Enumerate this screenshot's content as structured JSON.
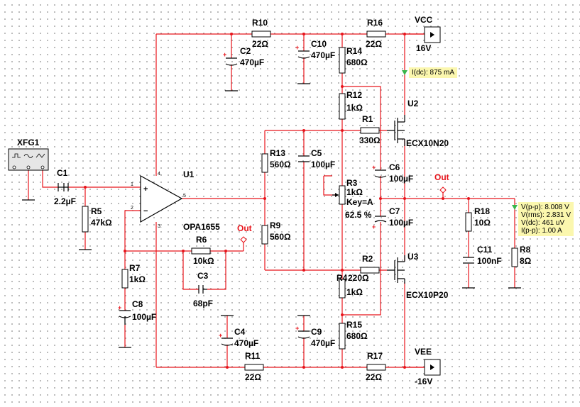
{
  "instrument": {
    "name": "XFG1"
  },
  "components": {
    "C1": {
      "ref": "C1",
      "value": "2.2µF"
    },
    "R5": {
      "ref": "R5",
      "value": "47kΩ"
    },
    "U1": {
      "ref": "U1",
      "model": "OPA1655",
      "pin_in_plus": "1",
      "pin_in_minus": "2",
      "pin_vplus": "4.",
      "pin_vminus": "3.",
      "pin_out": "5"
    },
    "R6": {
      "ref": "R6",
      "value": "10kΩ"
    },
    "C3": {
      "ref": "C3",
      "value": "68pF"
    },
    "R7": {
      "ref": "R7",
      "value": "1kΩ"
    },
    "C8": {
      "ref": "C8",
      "value": "100µF"
    },
    "R10": {
      "ref": "R10",
      "value": "22Ω"
    },
    "C2": {
      "ref": "C2",
      "value": "470µF"
    },
    "C10": {
      "ref": "C10",
      "value": "470µF"
    },
    "R16": {
      "ref": "R16",
      "value": "22Ω"
    },
    "R14": {
      "ref": "R14",
      "value": "680Ω"
    },
    "R12": {
      "ref": "R12",
      "value": "1kΩ"
    },
    "R1": {
      "ref": "R1",
      "value": "330Ω"
    },
    "R13": {
      "ref": "R13",
      "value": "560Ω"
    },
    "C5": {
      "ref": "C5",
      "value": "100µF"
    },
    "R9": {
      "ref": "R9",
      "value": "560Ω"
    },
    "R3": {
      "ref": "R3",
      "value": "1kΩ",
      "key": "Key=A",
      "setting": "62.5 %"
    },
    "C6": {
      "ref": "C6",
      "value": "100µF"
    },
    "C7": {
      "ref": "C7",
      "value": "100µF"
    },
    "R2": {
      "ref": "R2",
      "value": "220Ω"
    },
    "R4": {
      "ref": "R4",
      "value": "1kΩ"
    },
    "R15": {
      "ref": "R15",
      "value": "680Ω"
    },
    "C4": {
      "ref": "C4",
      "value": "470µF"
    },
    "C9": {
      "ref": "C9",
      "value": "470µF"
    },
    "R11": {
      "ref": "R11",
      "value": "22Ω"
    },
    "R17": {
      "ref": "R17",
      "value": "22Ω"
    },
    "U2": {
      "ref": "U2",
      "model": "ECX10N20"
    },
    "U3": {
      "ref": "U3",
      "model": "ECX10P20"
    },
    "R18": {
      "ref": "R18",
      "value": "10Ω"
    },
    "C11": {
      "ref": "C11",
      "value": "100nF"
    },
    "R8": {
      "ref": "R8",
      "value": "8Ω"
    }
  },
  "supplies": {
    "vcc": {
      "name": "VCC",
      "value": "16V"
    },
    "vee": {
      "name": "VEE",
      "value": "-16V"
    }
  },
  "net_labels": {
    "out_left": "Out",
    "out_right": "Out"
  },
  "probes": {
    "idc": {
      "line1": "I(dc): 875 mA"
    },
    "out": {
      "line1": "V(p-p): 8.008 V",
      "line2": "V(rms): 2.831 V",
      "line3": "V(dc): 461 uV",
      "line4": "I(p-p): 1.00 A"
    }
  },
  "colors": {
    "wire": "#e8141b",
    "probe_bg": "#fbf7ae",
    "probe_arrow": "#39b54a"
  }
}
